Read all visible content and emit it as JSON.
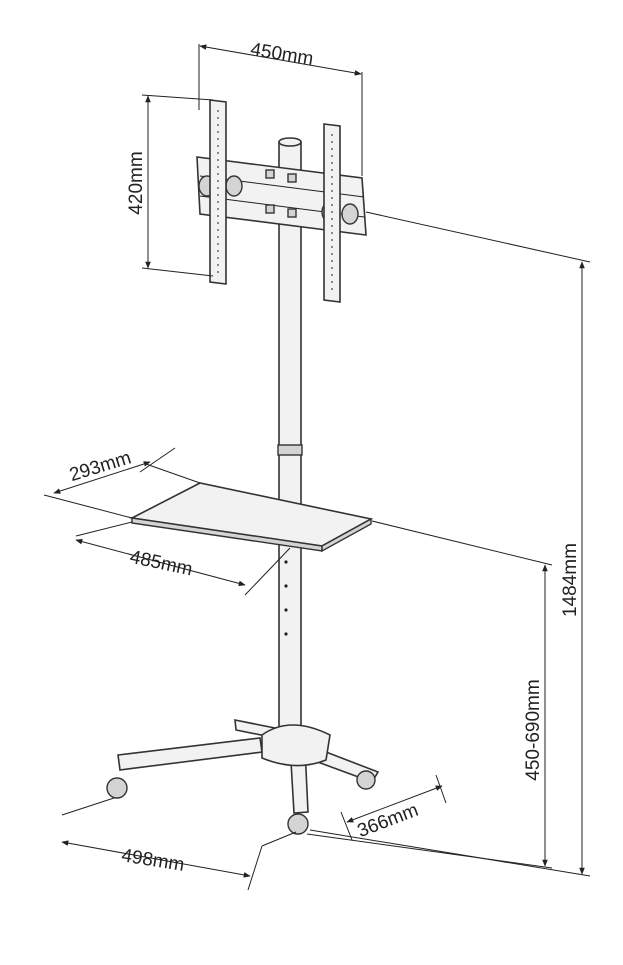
{
  "dimensions": {
    "mount_width": "450mm",
    "mount_height": "420mm",
    "total_height": "1484mm",
    "shelf_depth": "293mm",
    "shelf_width": "485mm",
    "shelf_height": "450-690mm",
    "base_width": "498mm",
    "base_depth": "366mm"
  },
  "colors": {
    "line": "#222222",
    "fill": "#f2f2f2"
  }
}
